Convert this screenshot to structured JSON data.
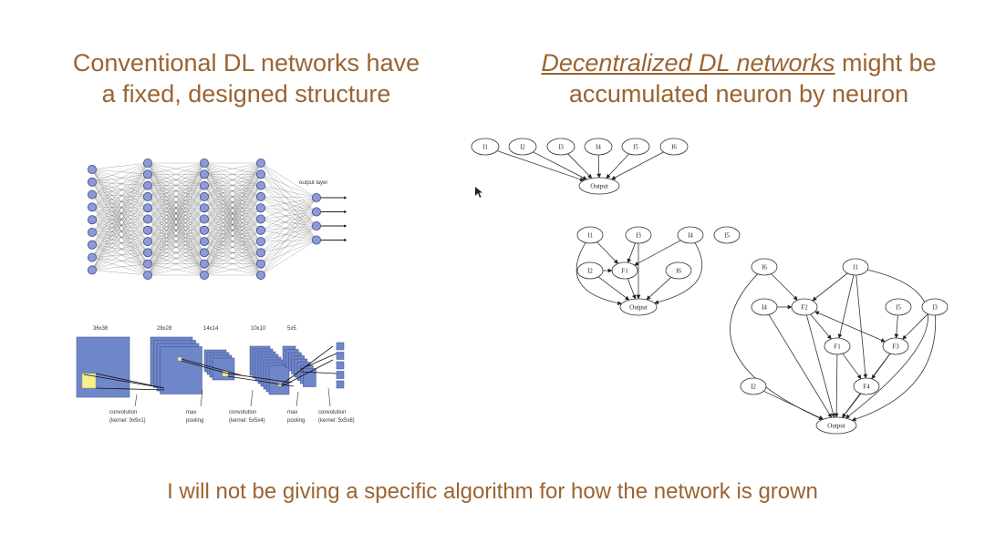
{
  "titles": {
    "left_line1": "Conventional DL networks have",
    "left_line2": "a fixed, designed structure",
    "right_emphasis": "Decentralized DL networks",
    "right_rest": " might be",
    "right_line2": "accumulated neuron by neuron"
  },
  "bottom_note": "I will not be giving a specific algorithm for how the network is grown",
  "mlp": {
    "output_label": "output layer"
  },
  "cnn": {
    "sizes": [
      "36x36",
      "28x28",
      "14x14",
      "10x10",
      "5x5"
    ],
    "ops": [
      {
        "line1": "convolution",
        "line2": "(kernel: 9x9x1)"
      },
      {
        "line1": "max",
        "line2": "pooling"
      },
      {
        "line1": "convolution",
        "line2": "(kernel: 5x5x4)"
      },
      {
        "line1": "max",
        "line2": "pooling"
      },
      {
        "line1": "convolution",
        "line2": "(kernel: 5x5x8)"
      }
    ]
  },
  "graph1": {
    "nodes": [
      {
        "id": "I1",
        "label": "I1"
      },
      {
        "id": "I2",
        "label": "I2"
      },
      {
        "id": "I3",
        "label": "I3"
      },
      {
        "id": "I4",
        "label": "I4"
      },
      {
        "id": "I5",
        "label": "I5"
      },
      {
        "id": "I6",
        "label": "I6"
      },
      {
        "id": "Output",
        "label": "Output"
      }
    ]
  },
  "graph2": {
    "nodes": [
      {
        "id": "I1",
        "label": "I1"
      },
      {
        "id": "I3",
        "label": "I3"
      },
      {
        "id": "I4",
        "label": "I4"
      },
      {
        "id": "I5",
        "label": "I5"
      },
      {
        "id": "I2",
        "label": "I2"
      },
      {
        "id": "F1",
        "label": "F1"
      },
      {
        "id": "I6",
        "label": "I6"
      },
      {
        "id": "Output",
        "label": "Output"
      }
    ]
  },
  "graph3": {
    "nodes": [
      {
        "id": "I6",
        "label": "I6"
      },
      {
        "id": "I1",
        "label": "I1"
      },
      {
        "id": "I4",
        "label": "I4"
      },
      {
        "id": "F2",
        "label": "F2"
      },
      {
        "id": "I5",
        "label": "I5"
      },
      {
        "id": "I3",
        "label": "I3"
      },
      {
        "id": "F1",
        "label": "F1"
      },
      {
        "id": "F3",
        "label": "F3"
      },
      {
        "id": "I2",
        "label": "I2"
      },
      {
        "id": "F4",
        "label": "F4"
      },
      {
        "id": "Output",
        "label": "Output"
      }
    ]
  }
}
